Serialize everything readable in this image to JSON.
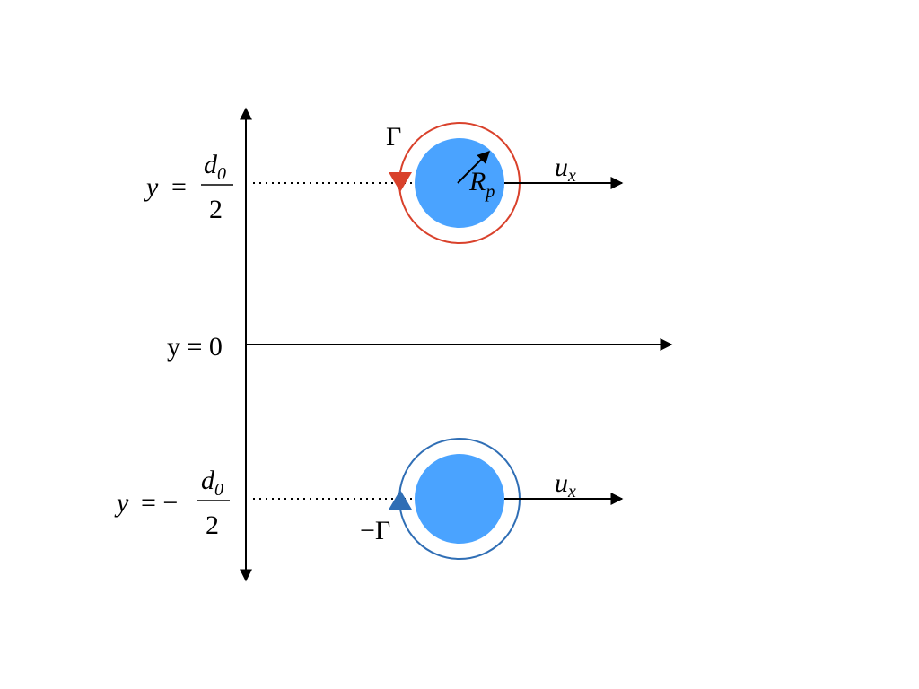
{
  "colors": {
    "particle_fill": "#4aa3ff",
    "ring_top": "#d9412b",
    "ring_bottom": "#2f6eb5",
    "axis": "#000000"
  },
  "labels": {
    "y_top": {
      "y": "y",
      "eq": "=",
      "numer": "d",
      "numer_sub": "0",
      "denom": "2"
    },
    "y_zero": {
      "text": "y = 0"
    },
    "y_bottom": {
      "y": "y",
      "eq": "= −",
      "numer": "d",
      "numer_sub": "0",
      "denom": "2"
    },
    "circulation_top": "Γ",
    "circulation_bottom": "−Γ",
    "radius": {
      "main": "R",
      "sub": "p"
    },
    "velocity_top": {
      "main": "u",
      "sub": "x"
    },
    "velocity_bottom": {
      "main": "u",
      "sub": "x"
    }
  }
}
